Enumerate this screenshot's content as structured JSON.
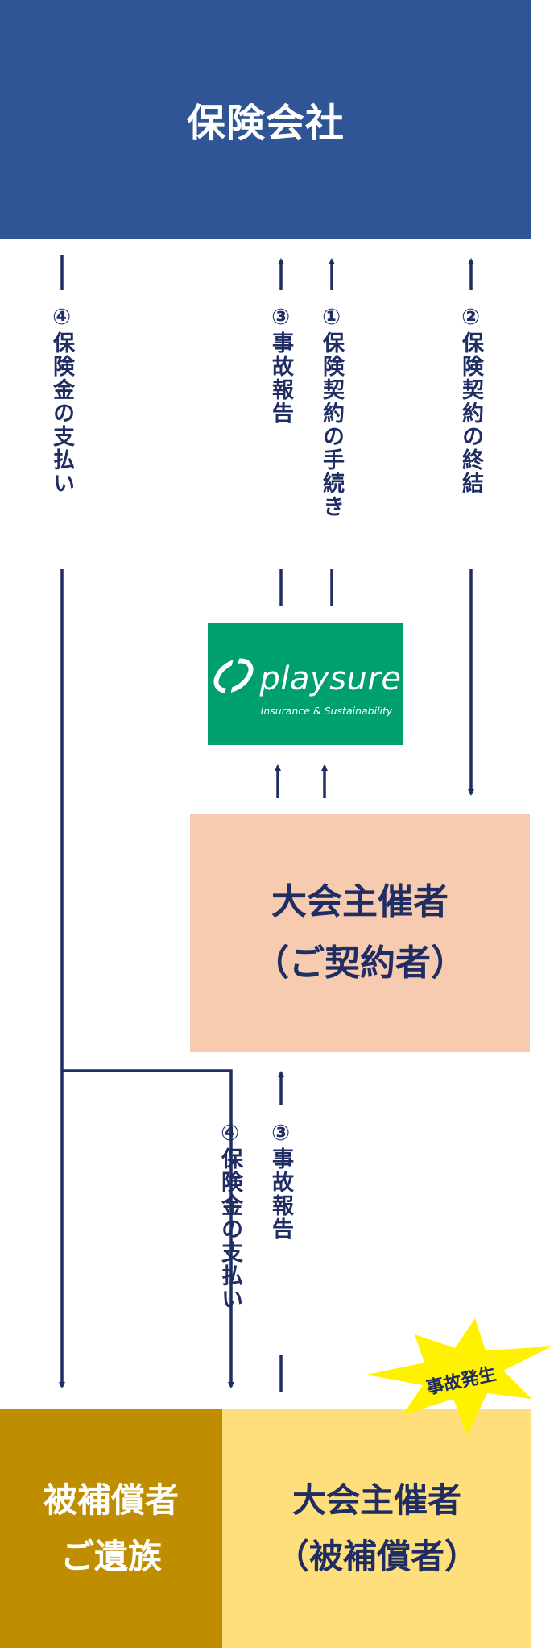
{
  "insurer": {
    "label": "保険会社"
  },
  "playsure": {
    "name": "playsure",
    "tagline": "Insurance & Sustainability"
  },
  "organizer": {
    "line1": "大会主催者",
    "line2": "（ご契約者）"
  },
  "bereaved": {
    "line1": "被補償者",
    "line2": "ご遺族"
  },
  "insured": {
    "line1": "大会主催者",
    "line2": "（被補償者）"
  },
  "accident_badge": {
    "label": "事故発生"
  },
  "steps": {
    "payment_top": "④保険金の支払い",
    "report_top": "③事故報告",
    "procedure": "①保険契約の手続き",
    "contract": "②保険契約の終結",
    "payment_bottom": "④保険金の支払い",
    "report_bottom": "③事故報告"
  },
  "colors": {
    "insurer": "#2f5596",
    "playsure": "#00a06e",
    "organizer": "#f6cbb0",
    "bereaved": "#bf8e00",
    "insured": "#ffde7c",
    "arrow": "#1f2d63",
    "badge": "#fff200"
  }
}
